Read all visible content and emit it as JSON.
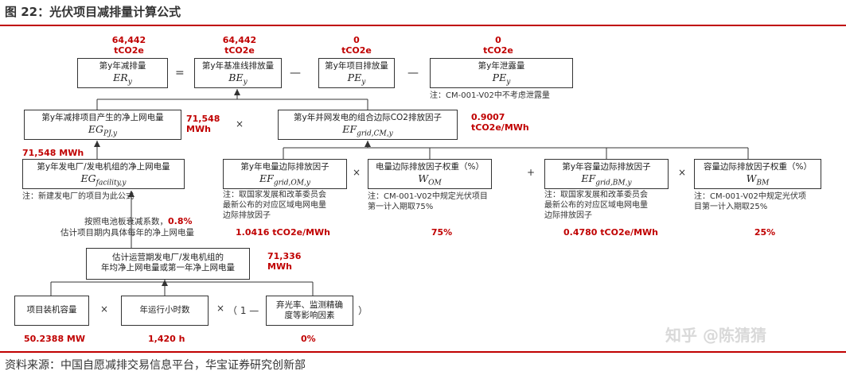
{
  "title": "图 22：光伏项目减排量计算公式",
  "source": "资料来源：中国自愿减排交易信息平台，华宝证券研究创新部",
  "watermark": "知乎 @陈猜猜",
  "values": {
    "er": [
      "64,442",
      "tCO2e"
    ],
    "be": [
      "64,442",
      "tCO2e"
    ],
    "pe": [
      "0",
      "tCO2e"
    ],
    "pe_leak": [
      "0",
      "tCO2e"
    ],
    "eg_pj": [
      "71,548",
      "MWh"
    ],
    "ef_grid": [
      "0.9007",
      "tCO2e/MWh"
    ],
    "eg_facility": "71,548 MWh",
    "ef_om": "1.0416 tCO2e/MWh",
    "w_om": "75%",
    "ef_bm": "0.4780 tCO2e/MWh",
    "w_bm": "25%",
    "annual_gen": [
      "71,336",
      "MWh"
    ],
    "capacity": "50.2388 MW",
    "hours": "1,420 h",
    "curtail": "0%"
  },
  "boxes": {
    "er": {
      "label": "第y年减排量",
      "symbol": "ERy"
    },
    "be": {
      "label": "第y年基准线排放量",
      "symbol": "BEy"
    },
    "pe": {
      "label": "第y年项目排放量",
      "symbol": "PEy"
    },
    "pe_leak": {
      "label": "第y年泄露量",
      "symbol": "PEy"
    },
    "eg_pj": {
      "label": "第y年减排项目产生的净上网电量",
      "symbol": "EGPJ,y"
    },
    "ef_grid": {
      "label": "第y年并网发电的组合边际CO2排放因子",
      "symbol": "EFgrid,CM,y"
    },
    "eg_facility": {
      "label": "第y年发电厂/发电机组的净上网电量",
      "symbol": "EGfacility,y"
    },
    "ef_om": {
      "label": "第y年电量边际排放因子",
      "symbol": "EFgrid,OM,y"
    },
    "w_om": {
      "label": "电量边际排放因子权重（%）",
      "symbol": "WOM"
    },
    "ef_bm": {
      "label": "第y年容量边际排放因子",
      "symbol": "EFgrid,BM,y"
    },
    "w_bm": {
      "label": "容量边际排放因子权重（%）",
      "symbol": "WBM"
    },
    "annual": {
      "line1": "估计运营期发电厂/发电机组的",
      "line2": "年均净上网电量或第一年净上网电量"
    },
    "capacity": {
      "label": "项目装机容量"
    },
    "hours": {
      "label": "年运行小时数"
    },
    "curtail": {
      "line1": "弃光率、监测精确",
      "line2": "度等影响因素"
    }
  },
  "notes": {
    "pe_leak": "注：CM-001-V02中不考虑泄露量",
    "eg_facility": "注：新建发电厂的项目为此公式",
    "ef_om": [
      "注：取国家发展和改革委员会",
      "最新公布的对应区域电网电量",
      "边际排放因子"
    ],
    "w_om": [
      "注：CM-001-V02中规定光伏项目",
      "第一计入期取75%"
    ],
    "ef_bm": [
      "注：取国家发展和改革委员会",
      "最新公布的对应区域电网电量",
      "边际排放因子"
    ],
    "w_bm": [
      "注：CM-001-V02中规定光伏项",
      "目第一计入期取25%"
    ],
    "decay_prefix": "按照电池板衰减系数，",
    "decay_value": "0.8%",
    "decay_line2": "估计项目期内具体每年的净上网电量"
  },
  "operators": {
    "equals": "=",
    "minus": "—",
    "times": "×",
    "plus": "+",
    "open_paren": "（ 1 —",
    "close_paren": "）"
  },
  "colors": {
    "accent": "#c00000",
    "line": "#333333",
    "watermark": "#d9d9d9"
  }
}
